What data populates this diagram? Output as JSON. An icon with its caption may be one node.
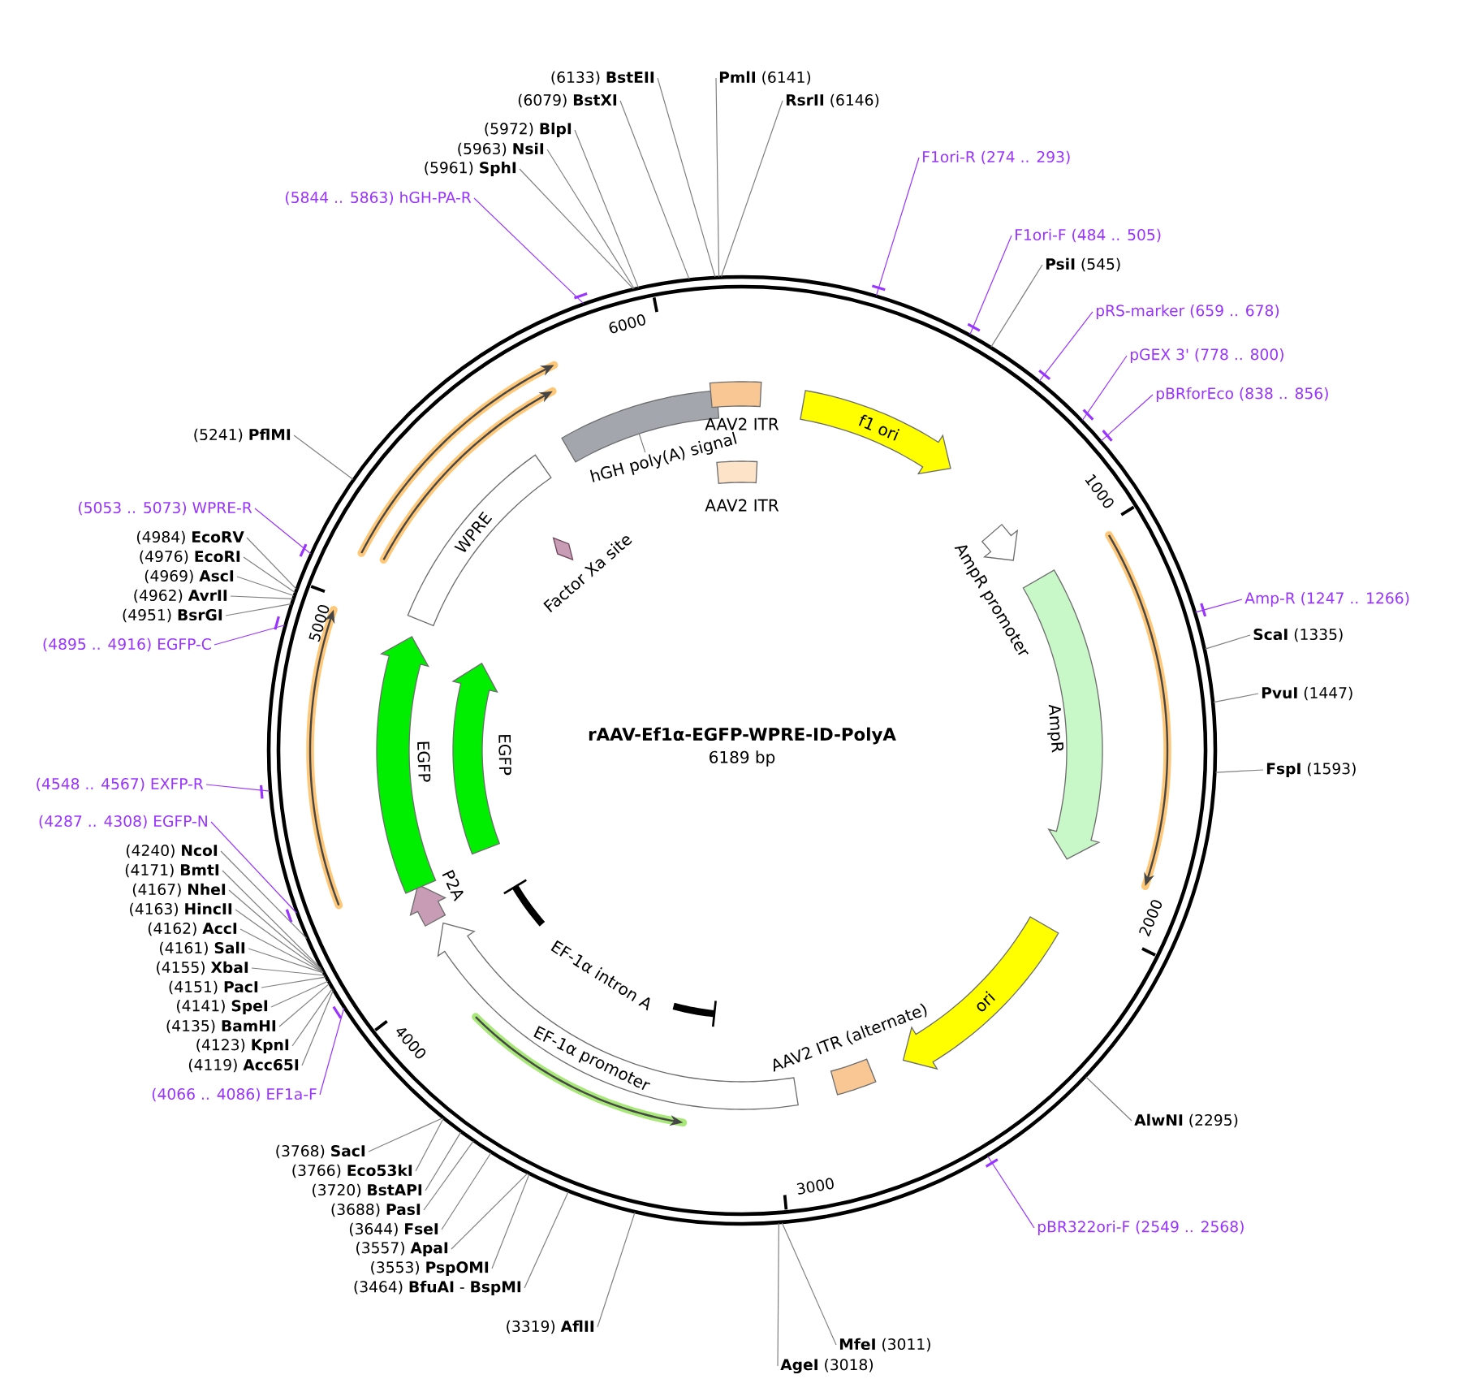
{
  "diagram": {
    "title": "rAAV-Ef1α-EGFP-WPRE-ID-PolyA",
    "nodes": [
      {
        "text": [
          "(6133) **BstEII**"
        ]
      },
      {
        "text": [
          "(6079) **BstXI**"
        ]
      },
      {
        "text": [
          "(5972) **BlpI**"
        ]
      },
      {
        "text": [
          "(5963) **NsiI**"
        ]
      },
      {
        "text": [
          "(5961) **SphI**"
        ]
      },
      {
        "text": [
          "(5844 .. 5863) hGH-PA-R"
        ]
      },
      {
        "text": [
          "**PmlI** (6141)"
        ]
      },
      {
        "text": [
          "**RsrII** (6146)"
        ]
      },
      {
        "text": [
          "F1ori-R (274 .. 293)"
        ]
      },
      {
        "text": [
          "F1ori-F (484 .. 505)"
        ]
      },
      {
        "text": [
          "**PsiI** (545)"
        ]
      },
      {
        "text": [
          "pRS-marker (659 .. 678)"
        ]
      },
      {
        "text": [
          "pGEX 3' (778 .. 800)"
        ]
      },
      {
        "text": [
          "pBRforEco (838 .. 856)"
        ]
      },
      {
        "text": [
          "Amp-R (1247 .. 1266)"
        ]
      },
      {
        "text": [
          "**ScaI** (1335)"
        ]
      },
      {
        "text": [
          "**PvuI** (1447)"
        ]
      },
      {
        "text": [
          "**FspI** (1593)"
        ]
      },
      {
        "text": [
          "**AlwNI** (2295)"
        ]
      },
      {
        "text": [
          "pBR322ori-F (2549 .. 2568)"
        ]
      },
      {
        "text": [
          "**MfeI** (3011)"
        ]
      },
      {
        "text": [
          "**AgeI** (3018)"
        ]
      },
      {
        "text": [
          "(3319) **AflII**"
        ]
      },
      {
        "text": [
          "(3464) **BfuAI** - **BspMI**"
        ]
      },
      {
        "text": [
          "(3553) **PspOMI**"
        ]
      },
      {
        "text": [
          "(3557) **ApaI**"
        ]
      },
      {
        "text": [
          "(3644) **FseI**"
        ]
      },
      {
        "text": [
          "(3688) **PasI**"
        ]
      },
      {
        "text": [
          "(3720) **BstAPI**"
        ]
      },
      {
        "text": [
          "(3766) **Eco53kI**"
        ]
      },
      {
        "text": [
          "(3768) **SacI**"
        ]
      },
      {
        "text": [
          "(5241) **PflMI**"
        ]
      },
      {
        "text": [
          "(5053 .. 5073) WPRE-R"
        ]
      },
      {
        "text": [
          "(4984) **EcoRV**"
        ]
      },
      {
        "text": [
          "(4976) **EcoRI**"
        ]
      },
      {
        "text": [
          "(4969) **AscI**"
        ]
      },
      {
        "text": [
          "(4962) **AvrII**"
        ]
      },
      {
        "text": [
          "(4951) **BsrGI**"
        ]
      },
      {
        "text": [
          "(4895 .. 4916) EGFP-C"
        ]
      },
      {
        "text": [
          "(4548 .. 4567) EXFP-R"
        ]
      },
      {
        "text": [
          "(4287 .. 4308) EGFP-N"
        ]
      },
      {
        "text": [
          "(4240) **NcoI**"
        ]
      },
      {
        "text": [
          "(4171) **BmtI**"
        ]
      },
      {
        "text": [
          "(4167) **NheI**"
        ]
      },
      {
        "text": [
          "(4163) **HincII**"
        ]
      },
      {
        "text": [
          "(4162) **AccI**"
        ]
      },
      {
        "text": [
          "(4161) **SalI**"
        ]
      },
      {
        "text": [
          "(4155) **XbaI**"
        ]
      },
      {
        "text": [
          "(4151) **PacI**"
        ]
      },
      {
        "text": [
          "(4141) **SpeI**"
        ]
      },
      {
        "text": [
          "(4135) **BamHI**"
        ]
      },
      {
        "text": [
          "(4123) **KpnI**"
        ]
      },
      {
        "text": [
          "(4119) **Acc65I**"
        ]
      },
      {
        "text": [
          "(4066 .. 4086) EF1a-F"
        ]
      },
      {
        "text": [
          "hGH poly(A) signal"
        ]
      },
      {
        "text": [
          "AAV2 ITR"
        ]
      },
      {
        "text": [
          "f1 ori"
        ]
      },
      {
        "text": [
          "AAV2 ITR"
        ]
      },
      {
        "text": [
          "AmpR promoter"
        ]
      },
      {
        "text": [
          "AmpR"
        ]
      },
      {
        "text": [
          "ori"
        ]
      },
      {
        "text": [
          "AAV2 ITR (alternate)"
        ]
      },
      {
        "text": [
          "EF-1α promoter"
        ]
      },
      {
        "text": [
          "EF-1α intron A"
        ]
      },
      {
        "text": [
          "P2A"
        ]
      },
      {
        "text": [
          "EGFP"
        ]
      },
      {
        "text": [
          "EGFP"
        ]
      },
      {
        "text": [
          "WPRE"
        ]
      },
      {
        "text": [
          "Factor Xa site"
        ]
      }
    ],
    "edges": [
      {
        "from": 0,
        "to": null,
        "arrow": "none"
      },
      {
        "from": 1,
        "to": null,
        "arrow": "none"
      },
      {
        "from": 2,
        "to": null,
        "arrow": "none"
      },
      {
        "from": 3,
        "to": null,
        "arrow": "none"
      },
      {
        "from": 4,
        "to": null,
        "arrow": "none"
      },
      {
        "from": 5,
        "to": null,
        "arrow": "none",
        "color": "#9933ff"
      },
      {
        "from": 6,
        "to": null,
        "arrow": "none"
      },
      {
        "from": 7,
        "to": null,
        "arrow": "none"
      },
      {
        "from": 8,
        "to": null,
        "arrow": "none",
        "color": "#9933ff"
      },
      {
        "from": 9,
        "to": null,
        "arrow": "none",
        "color": "#9933ff"
      },
      {
        "from": 10,
        "to": null,
        "arrow": "none"
      },
      {
        "from": 11,
        "to": null,
        "arrow": "none",
        "color": "#9933ff"
      },
      {
        "from": 12,
        "to": null,
        "arrow": "none",
        "color": "#9933ff"
      },
      {
        "from": 13,
        "to": null,
        "arrow": "none",
        "color": "#9933ff"
      },
      {
        "from": 14,
        "to": null,
        "arrow": "none",
        "color": "#9933ff"
      },
      {
        "from": 15,
        "to": null,
        "arrow": "none"
      },
      {
        "from": 16,
        "to": null,
        "arrow": "none"
      },
      {
        "from": 17,
        "to": null,
        "arrow": "none"
      },
      {
        "from": 18,
        "to": null,
        "arrow": "none"
      },
      {
        "from": 19,
        "to": null,
        "arrow": "none",
        "color": "#9933ff"
      },
      {
        "from": 20,
        "to": null,
        "arrow": "none"
      },
      {
        "from": 21,
        "to": null,
        "arrow": "none"
      },
      {
        "from": 22,
        "to": null,
        "arrow": "none"
      },
      {
        "from": 23,
        "to": null,
        "arrow": "none"
      },
      {
        "from": 24,
        "to": null,
        "arrow": "none"
      },
      {
        "from": 25,
        "to": null,
        "arrow": "none"
      },
      {
        "from": 26,
        "to": null,
        "arrow": "none"
      },
      {
        "from": 27,
        "to": null,
        "arrow": "none"
      },
      {
        "from": 28,
        "to": null,
        "arrow": "none"
      },
      {
        "from": 29,
        "to": null,
        "arrow": "none"
      },
      {
        "from": 30,
        "to": null,
        "arrow": "none"
      },
      {
        "from": 31,
        "to": null,
        "arrow": "none"
      },
      {
        "from": 32,
        "to": null,
        "arrow": "none",
        "color": "#9933ff"
      },
      {
        "from": 33,
        "to": null,
        "arrow": "none"
      },
      {
        "from": 34,
        "to": null,
        "arrow": "none"
      },
      {
        "from": 35,
        "to": null,
        "arrow": "none"
      },
      {
        "from": 36,
        "to": null,
        "arrow": "none"
      },
      {
        "from": 37,
        "to": null,
        "arrow": "none"
      },
      {
        "from": 38,
        "to": null,
        "arrow": "none",
        "color": "#9933ff"
      },
      {
        "from": 39,
        "to": null,
        "arrow": "none",
        "color": "#9933ff"
      },
      {
        "from": 40,
        "to": null,
        "arrow": "none",
        "color": "#9933ff"
      },
      {
        "from": 41,
        "to": null,
        "arrow": "none"
      },
      {
        "from": 42,
        "to": null,
        "arrow": "none"
      },
      {
        "from": 43,
        "to": null,
        "arrow": "none"
      },
      {
        "from": 44,
        "to": null,
        "arrow": "none"
      },
      {
        "from": 45,
        "to": null,
        "arrow": "none"
      },
      {
        "from": 46,
        "to": null,
        "arrow": "none"
      },
      {
        "from": 47,
        "to": null,
        "arrow": "none"
      },
      {
        "from": 48,
        "to": null,
        "arrow": "none"
      },
      {
        "from": 49,
        "to": null,
        "arrow": "none"
      },
      {
        "from": 50,
        "to": null,
        "arrow": "none"
      },
      {
        "from": 51,
        "to": null,
        "arrow": "none"
      },
      {
        "from": 52,
        "to": null,
        "arrow": "none"
      },
      {
        "from": 53,
        "to": null,
        "arrow": "none",
        "color": "#9933ff"
      }
    ],
    "labels": [
      "6189 bp",
      "1000",
      "2000",
      "3000",
      "4000",
      "5000",
      "6000"
    ]
  }
}
